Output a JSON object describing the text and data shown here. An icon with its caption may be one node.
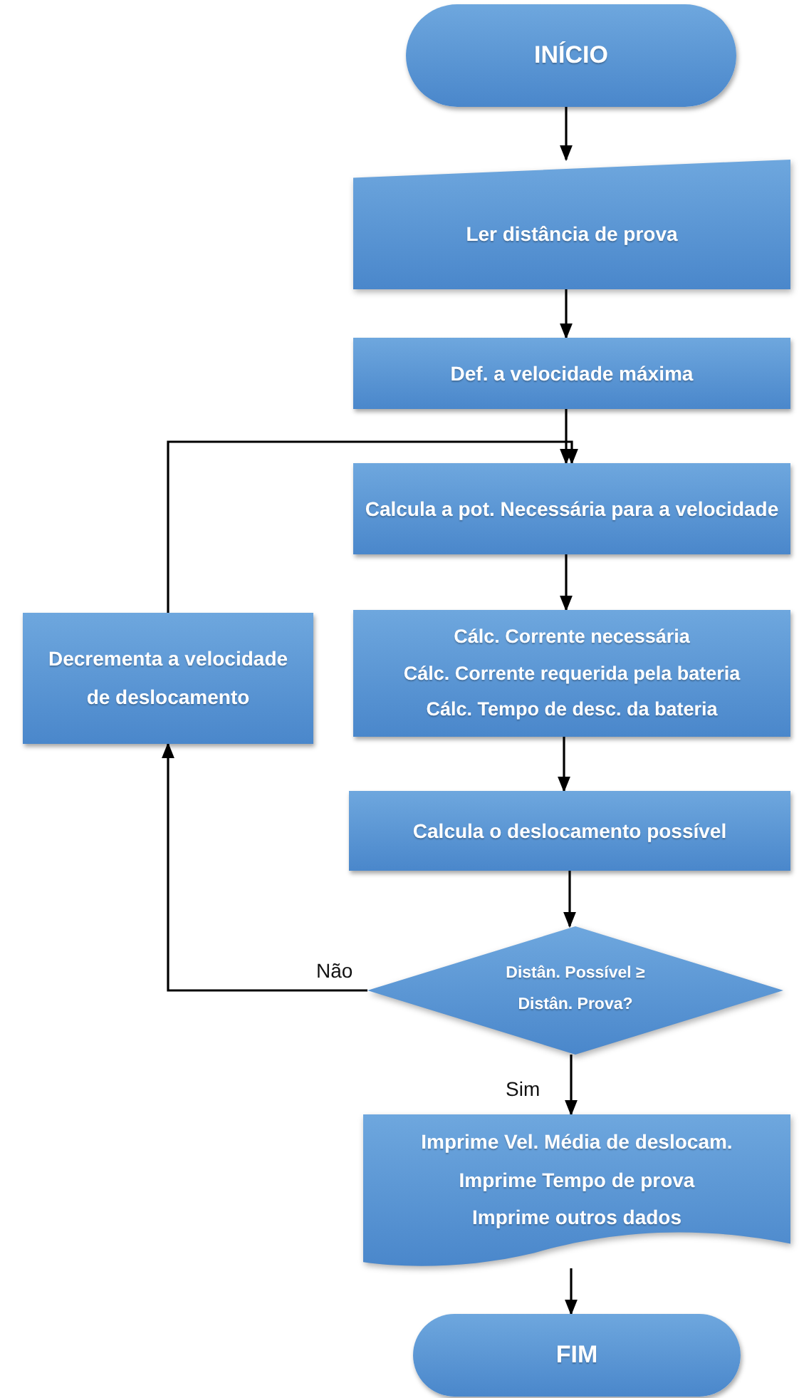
{
  "diagram": {
    "nodes": [
      {
        "text": [
          "INÍCIO"
        ]
      },
      {
        "text": [
          "Ler distância de prova"
        ]
      },
      {
        "text": [
          "Def. a velocidade máxima"
        ]
      },
      {
        "text": [
          "Calcula a pot. Necessária para a velocidade"
        ]
      },
      {
        "text": [
          "Cálc. Corrente necessária",
          "Cálc. Corrente requerida pela bateria",
          "Cálc. Tempo de desc. da bateria"
        ]
      },
      {
        "text": [
          "Calcula o deslocamento possível"
        ]
      },
      {
        "text": [
          "Distân. Possível ≥ Distân. Prova?"
        ]
      },
      {
        "text": [
          "Imprime Vel. Média de deslocam.",
          "Imprime Tempo de prova",
          "Imprime outros dados"
        ]
      },
      {
        "text": [
          "FIM"
        ]
      },
      {
        "text": [
          "Decrementa a velocidade de deslocamento"
        ]
      }
    ],
    "edges": [
      {
        "from": 0,
        "to": 1,
        "arrow": "to"
      },
      {
        "from": 1,
        "to": 2,
        "arrow": "to"
      },
      {
        "from": 2,
        "to": 3,
        "arrow": "to"
      },
      {
        "from": 3,
        "to": 4,
        "arrow": "to"
      },
      {
        "from": 4,
        "to": 5,
        "arrow": "to"
      },
      {
        "from": 5,
        "to": 6,
        "arrow": "to"
      },
      {
        "from": 6,
        "to": 7,
        "arrow": "to",
        "label": "Sim"
      },
      {
        "from": 7,
        "to": 8,
        "arrow": "to"
      },
      {
        "from": 6,
        "to": 9,
        "arrow": "to",
        "label": "Não"
      },
      {
        "from": 9,
        "to": 3,
        "arrow": "to"
      }
    ]
  }
}
